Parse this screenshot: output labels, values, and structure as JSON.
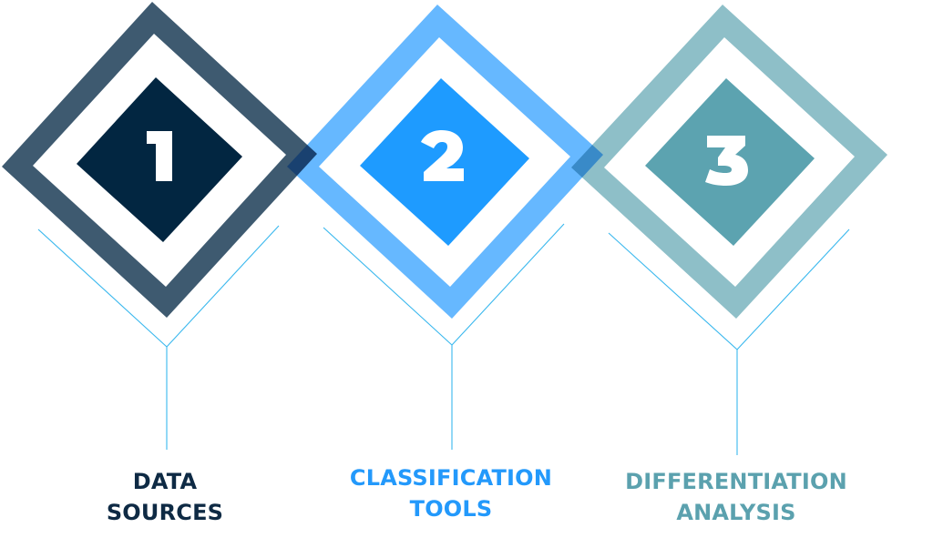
{
  "diagram": {
    "type": "three-step-diamond-process",
    "connector_color": "#3ab8ee",
    "steps": [
      {
        "number": "1",
        "title_line1": "DATA",
        "title_line2": "SOURCES",
        "outer_color": "#3e5a70",
        "inner_color": "#022641",
        "text_color": "#0e2a44"
      },
      {
        "number": "2",
        "title_line1": "CLASSIFICATION",
        "title_line2": "TOOLS",
        "outer_color": "#66b8ff",
        "inner_color": "#1e9bff",
        "text_color": "#2399fb"
      },
      {
        "number": "3",
        "title_line1": "DIFFERENTIATION",
        "title_line2": "ANALYSIS",
        "outer_color": "#8ebfc8",
        "inner_color": "#5ca3b0",
        "text_color": "#5ba1ae"
      }
    ]
  }
}
